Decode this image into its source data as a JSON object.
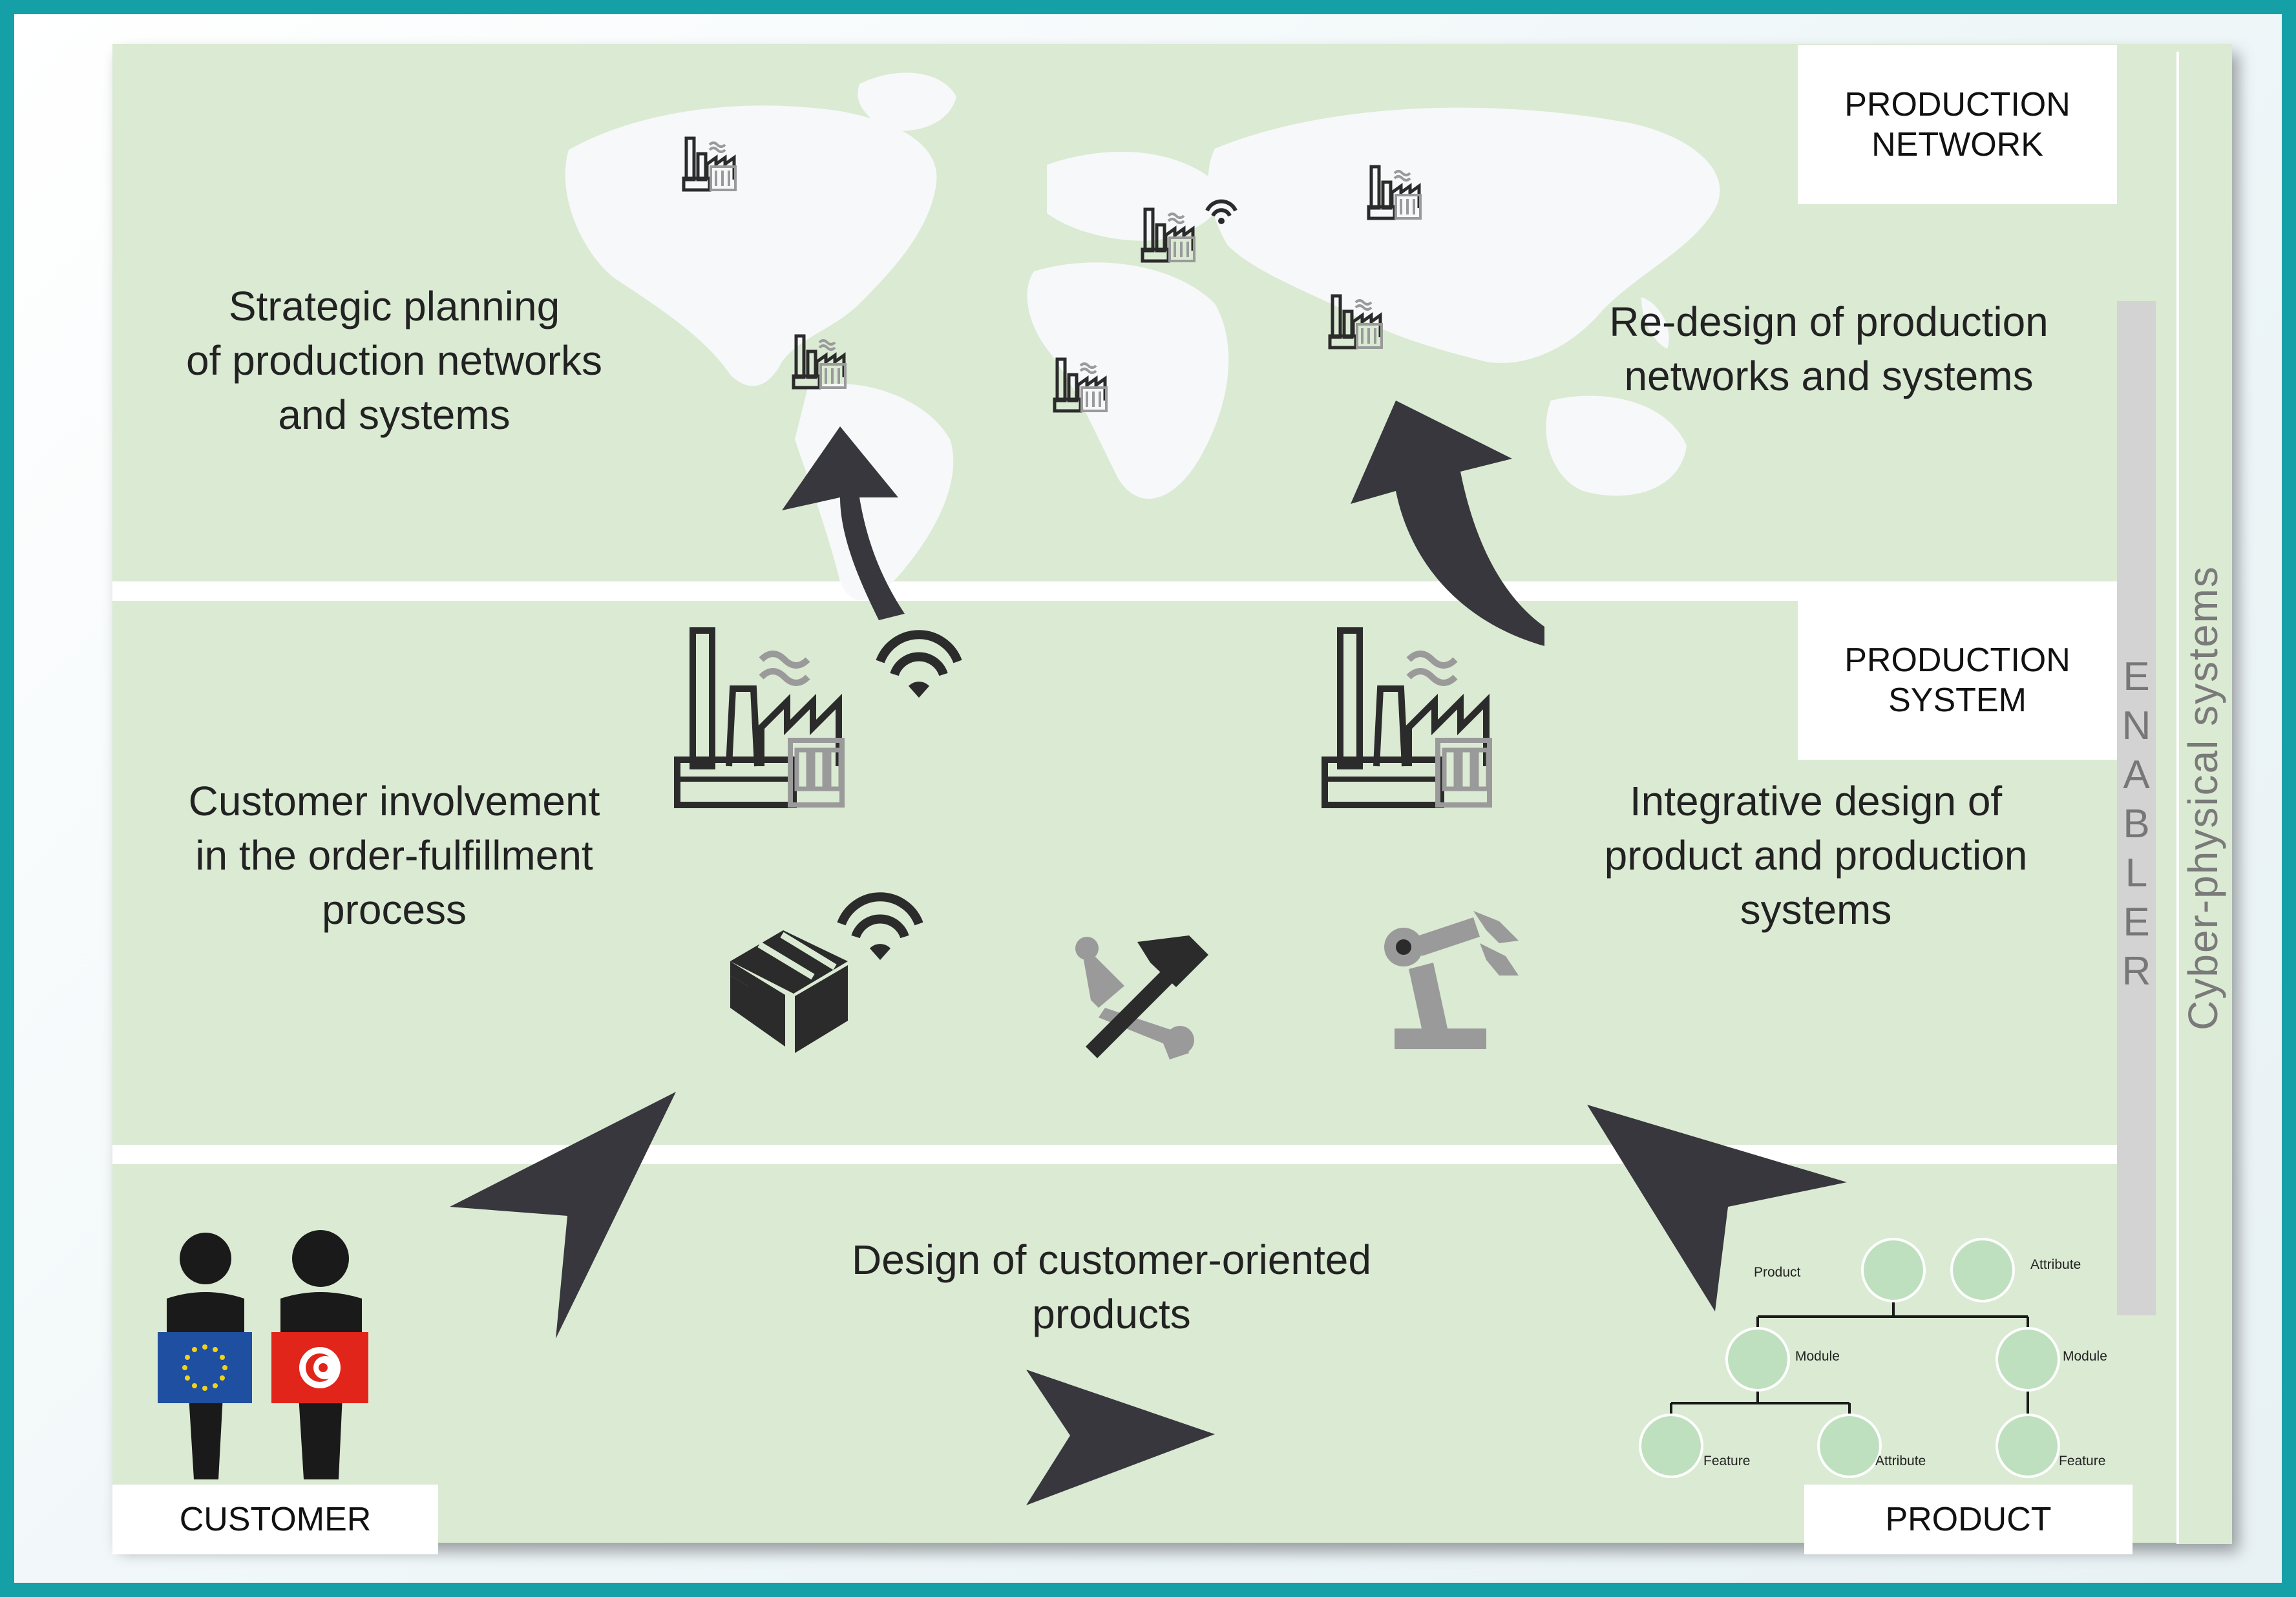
{
  "labels": {
    "production_network": [
      "PRODUCTION",
      "NETWORK"
    ],
    "production_system": [
      "PRODUCTION",
      "SYSTEM"
    ],
    "customer": "CUSTOMER",
    "product": "PRODUCT",
    "enabler": [
      "E",
      "N",
      "A",
      "B",
      "L",
      "E",
      "R"
    ],
    "cyber_physical": "Cyber-physical systems"
  },
  "captions": {
    "strategic_planning": [
      "Strategic planning",
      "of production networks",
      "and systems"
    ],
    "redesign": [
      "Re-design of production",
      "networks and systems"
    ],
    "customer_involvement": [
      "Customer involvement",
      "in the order-fulfillment",
      "process"
    ],
    "integrative_design": [
      "Integrative design of",
      "product and production",
      "systems"
    ],
    "customer_oriented": [
      "Design of customer-oriented",
      "products"
    ]
  },
  "product_tree": {
    "product": "Product",
    "attribute_top": "Attribute",
    "module_left": "Module",
    "module_right": "Module",
    "feature_left": "Feature",
    "attribute_bottom": "Attribute",
    "feature_right": "Feature"
  },
  "colors": {
    "frame": "#14a0a6",
    "panel": "#dbead3",
    "arrow": "#37373d",
    "icon_dark": "#2b2b2b",
    "icon_grey": "#9a9a9a",
    "tree_node": "#bfe0bf",
    "eu_flag": "#1f4fa0",
    "tn_flag": "#e1251b"
  }
}
